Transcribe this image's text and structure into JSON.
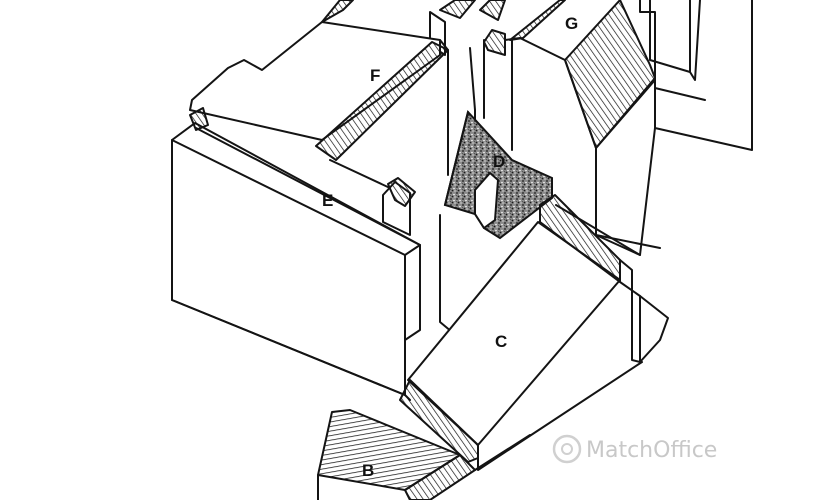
{
  "labels": {
    "b": "B",
    "c": "C",
    "d": "D",
    "e": "E",
    "f": "F",
    "g": "G"
  },
  "watermark": {
    "text": "MatchOffice"
  },
  "colors": {
    "line": "#141414",
    "stipple": "#3a3a3a",
    "paper": "#ffffff",
    "watermark": "#c8c8c8"
  }
}
